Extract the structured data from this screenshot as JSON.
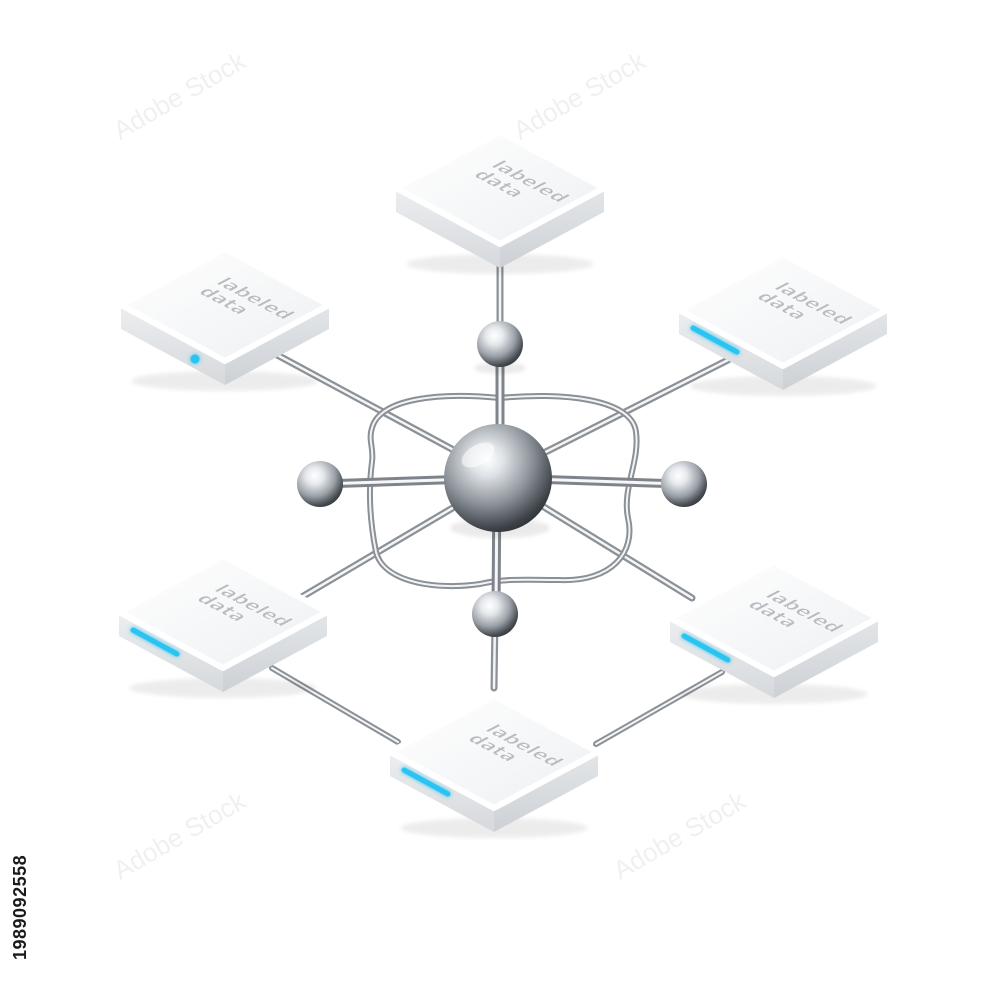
{
  "colors": {
    "background": "#ffffff",
    "tile_top": "#f6f7f8",
    "tile_side": "#e2e4e6",
    "tile_text": "#b9bec3",
    "accent_glow": "#29c4f2",
    "metal_light": "#f2f4f6",
    "metal_dark": "#3f444a"
  },
  "nodes": [
    {
      "id": "top",
      "label": "labeled data",
      "glow": "none"
    },
    {
      "id": "upper-left",
      "label": "labeled data",
      "glow": "dot"
    },
    {
      "id": "upper-right",
      "label": "labeled data",
      "glow": "bar"
    },
    {
      "id": "lower-left",
      "label": "labeled data",
      "glow": "bar"
    },
    {
      "id": "lower-right",
      "label": "labeled data",
      "glow": "bar"
    },
    {
      "id": "bottom",
      "label": "labeled data",
      "glow": "bar"
    }
  ],
  "hub": {
    "satellite_count": 4
  },
  "stock_id": "1989092558",
  "watermark_text": "Adobe Stock"
}
